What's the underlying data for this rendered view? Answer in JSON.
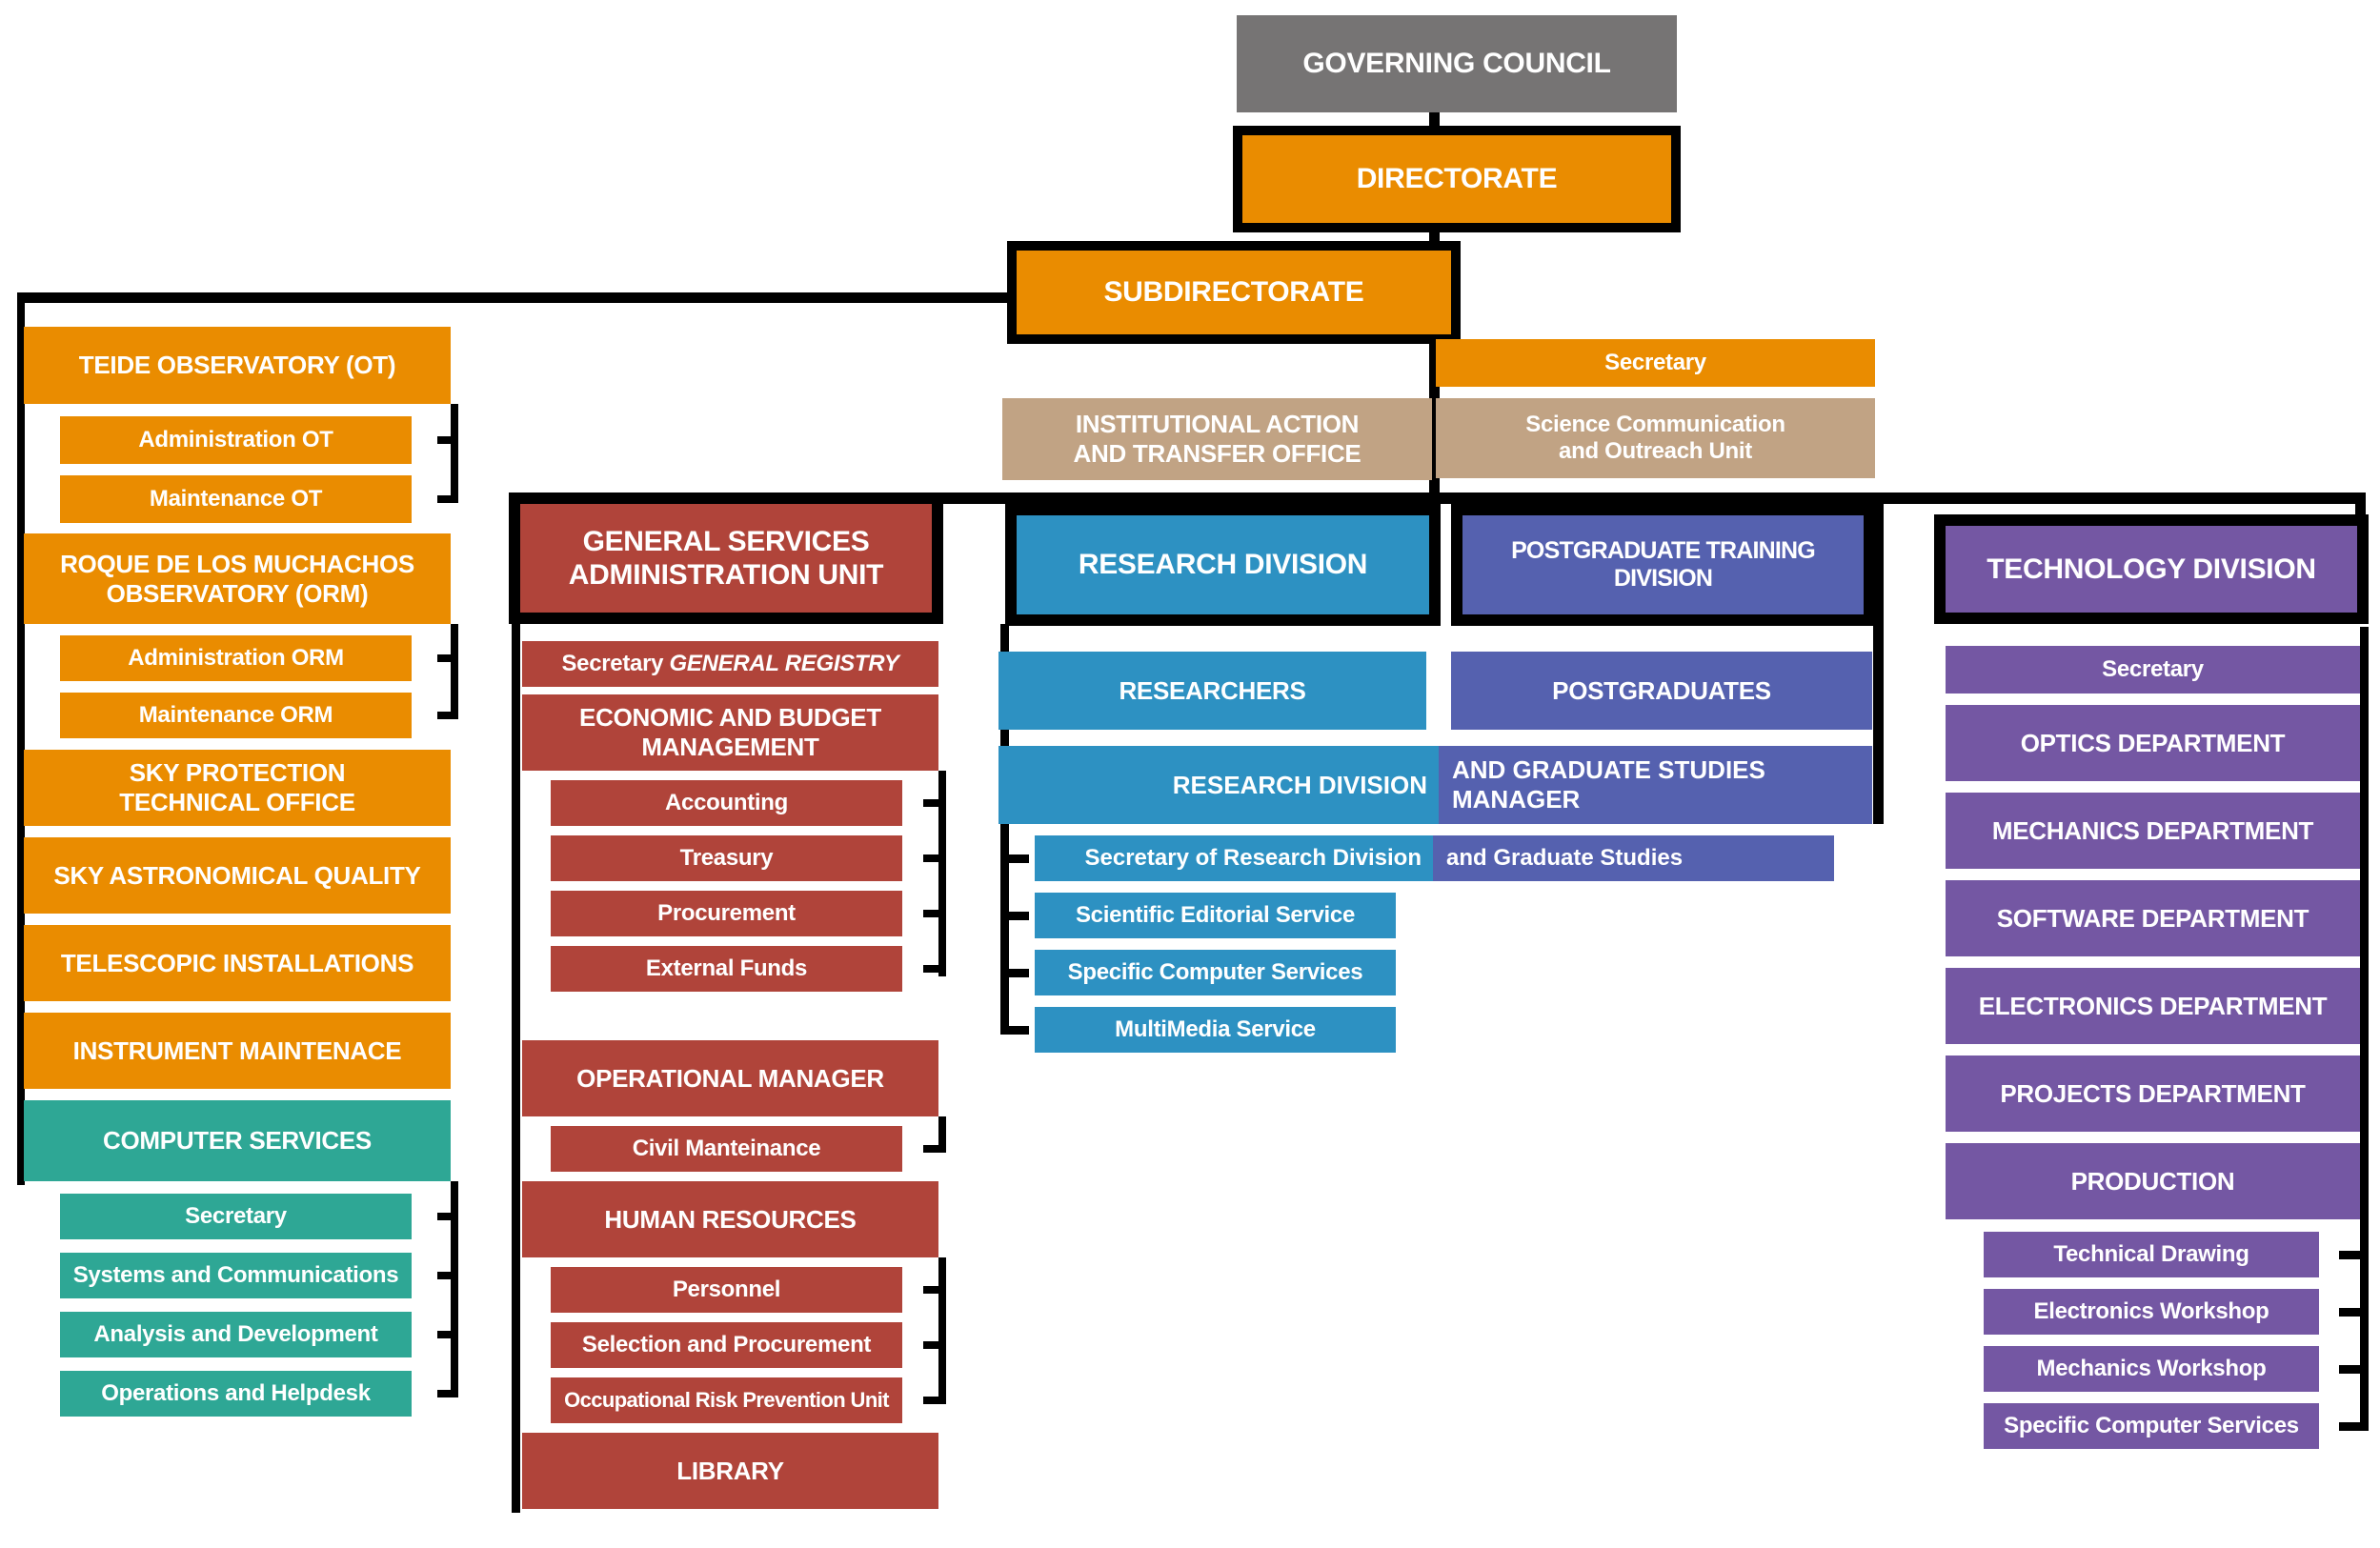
{
  "colors": {
    "orange": "#ea8c00",
    "tan": "#c1a384",
    "dark_red": "#b0443a",
    "blue": "#2d91c2",
    "indigo": "#5561af",
    "teal": "#2ea795",
    "purple": "#7457a3",
    "gray": "#767474",
    "line": "#000000"
  },
  "top": {
    "governing_council": "GOVERNING COUNCIL",
    "directorate": "DIRECTORATE",
    "subdirectorate": "SUBDIRECTORATE",
    "secretary": "Secretary",
    "institutional_action": "INSTITUTIONAL ACTION\nAND TRANSFER OFFICE",
    "science_communication": "Science Communication\nand Outreach Unit"
  },
  "observatories": {
    "items": [
      {
        "label": "TEIDE OBSERVATORY (OT)"
      },
      {
        "label": "Administration OT"
      },
      {
        "label": "Maintenance OT"
      },
      {
        "label": "ROQUE DE LOS MUCHACHOS\nOBSERVATORY (ORM)"
      },
      {
        "label": "Administration ORM"
      },
      {
        "label": "Maintenance ORM"
      },
      {
        "label": "SKY PROTECTION\nTECHNICAL OFFICE"
      },
      {
        "label": "SKY ASTRONOMICAL QUALITY"
      },
      {
        "label": "TELESCOPIC INSTALLATIONS"
      },
      {
        "label": "INSTRUMENT MAINTENACE"
      }
    ]
  },
  "computer_services": {
    "header": "COMPUTER SERVICES",
    "items": [
      "Secretary",
      "Systems and Communications",
      "Analysis and Development",
      "Operations and Helpdesk"
    ]
  },
  "general_services": {
    "header": "GENERAL SERVICES\nADMINISTRATION UNIT",
    "secretary_label": "Secretary",
    "secretary_registry": "GENERAL REGISTRY",
    "items": [
      "ECONOMIC AND BUDGET\nMANAGEMENT",
      "Accounting",
      "Treasury",
      "Procurement",
      "External Funds",
      "OPERATIONAL MANAGER",
      "Civil Manteinance",
      "HUMAN RESOURCES",
      "Personnel",
      "Selection and Procurement",
      "Occupational Risk Prevention Unit",
      "LIBRARY"
    ]
  },
  "research": {
    "header": "RESEARCH DIVISION",
    "researchers": "RESEARCHERS",
    "manager_left": "RESEARCH DIVISION",
    "manager_right": "AND GRADUATE STUDIES MANAGER",
    "secretary_left": "Secretary of Research Division",
    "secretary_right": "and Graduate Studies",
    "items": [
      "Scientific Editorial Service",
      "Specific Computer Services",
      "MultiMedia Service"
    ]
  },
  "postgraduate": {
    "header": "POSTGRADUATE TRAINING DIVISION",
    "postgraduates": "POSTGRADUATES"
  },
  "technology": {
    "header": "TECHNOLOGY DIVISION",
    "items": [
      "Secretary",
      "OPTICS DEPARTMENT",
      "MECHANICS DEPARTMENT",
      "SOFTWARE DEPARTMENT",
      "ELECTRONICS DEPARTMENT",
      "PROJECTS DEPARTMENT",
      "PRODUCTION"
    ],
    "sub_items": [
      "Technical Drawing",
      "Electronics Workshop",
      "Mechanics Workshop",
      "Specific Computer Services"
    ]
  }
}
